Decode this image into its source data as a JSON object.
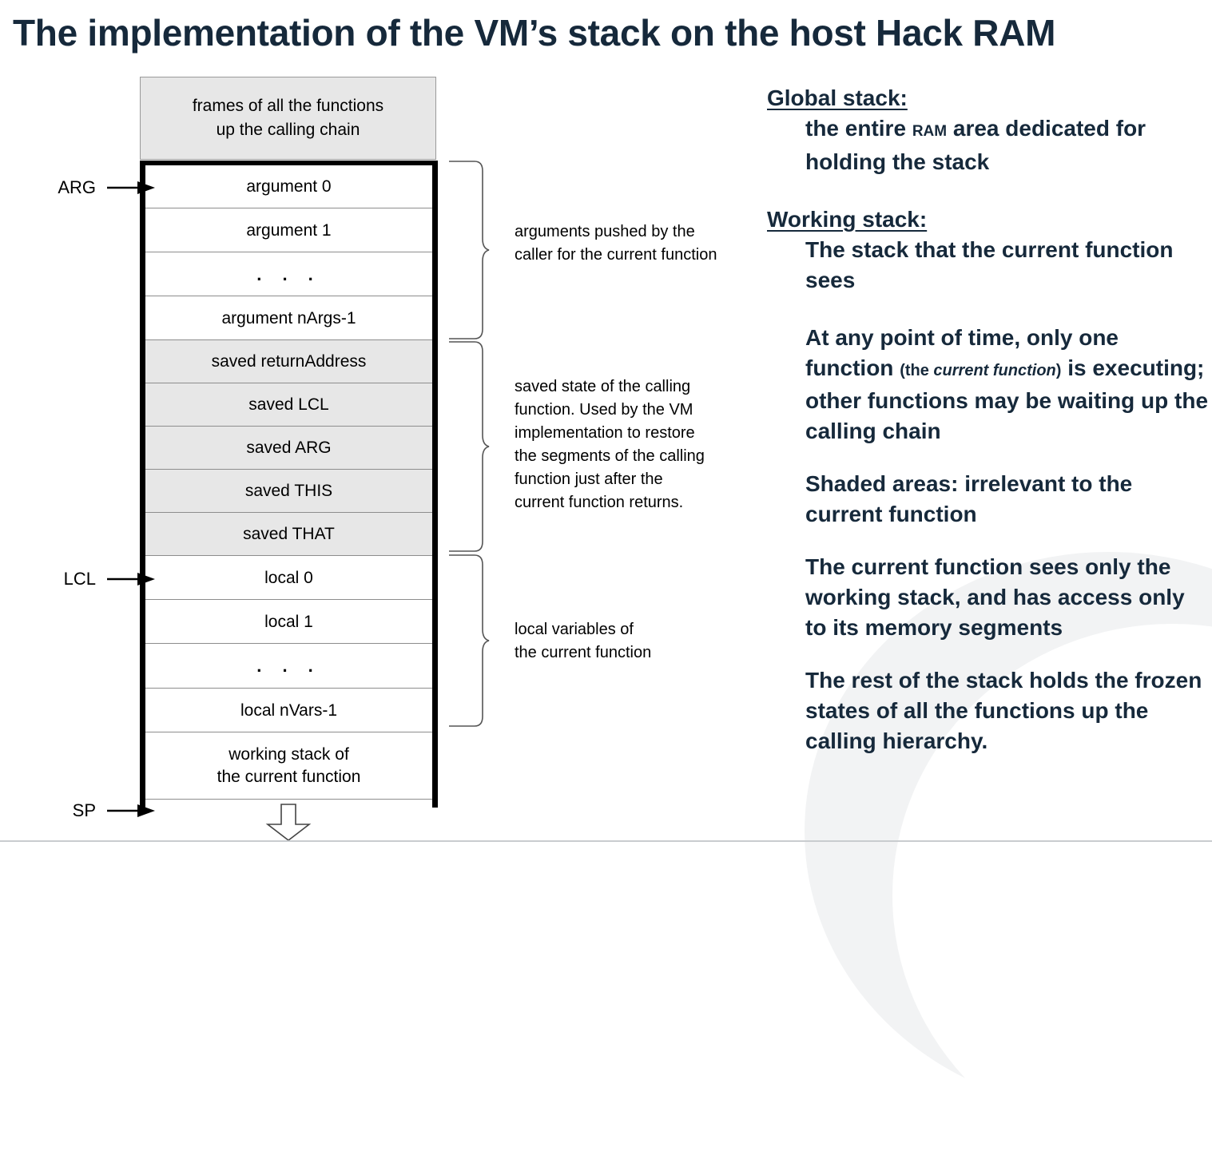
{
  "title": "The implementation of the VM’s stack on the host Hack RAM",
  "diagram": {
    "frames_box": {
      "line1": "frames of all the functions",
      "line2": "up the calling chain"
    },
    "rows": [
      {
        "label": "argument  0",
        "shaded": false
      },
      {
        "label": "argument  1",
        "shaded": false
      },
      {
        "label": ".  .  .",
        "shaded": false,
        "dots": true
      },
      {
        "label": "argument nArgs-1",
        "shaded": false
      },
      {
        "label": "saved returnAddress",
        "shaded": true
      },
      {
        "label": "saved LCL",
        "shaded": true
      },
      {
        "label": "saved ARG",
        "shaded": true
      },
      {
        "label": "saved THIS",
        "shaded": true
      },
      {
        "label": "saved THAT",
        "shaded": true
      },
      {
        "label": "local  0",
        "shaded": false
      },
      {
        "label": "local  1",
        "shaded": false
      },
      {
        "label": ".  .  .",
        "shaded": false,
        "dots": true
      },
      {
        "label": "local nVars-1",
        "shaded": false
      },
      {
        "label": "working stack of\nthe current function",
        "shaded": false
      },
      {
        "label": "",
        "shaded": false
      }
    ],
    "pointers": [
      {
        "label": "ARG",
        "icon": "right-arrow-icon"
      },
      {
        "label": "LCL",
        "icon": "right-arrow-icon"
      },
      {
        "label": "SP",
        "icon": "right-arrow-icon"
      }
    ],
    "annotations": [
      {
        "name": "arguments",
        "line1": "arguments pushed by the",
        "line2": "caller for the current function"
      },
      {
        "name": "saved-state",
        "line1": "saved state of the calling",
        "line2": "function. Used by the VM",
        "line3": "implementation to restore",
        "line4": "the segments of the calling",
        "line5": "function just after the",
        "line6": "current function returns."
      },
      {
        "name": "locals",
        "line1": "local variables of",
        "line2": "the current function"
      }
    ],
    "down_arrow_icon": "down-arrow-icon"
  },
  "notes": {
    "global_stack_heading": "Global stack:",
    "global_stack_body_a": "the entire ",
    "global_stack_body_ram": "RAM",
    "global_stack_body_b": " area dedicated for holding the stack",
    "working_stack_heading": "Working stack:",
    "working_stack_body": "The stack that the current function sees",
    "para_executing_a": "At any point of time, only one function ",
    "para_executing_paren_open": "(the ",
    "para_executing_paren_italic": "current function",
    "para_executing_paren_close": ")",
    "para_executing_b": " is executing; other functions may be waiting up the calling chain",
    "para_shaded": "Shaded areas: irrelevant to the current function",
    "para_sees": "The current function sees only the working stack, and has access only to its memory segments",
    "para_rest": "The rest of the stack holds the frozen states of all the functions up the calling hierarchy."
  },
  "colors": {
    "title": "#16293b",
    "shaded_row": "#e7e7e7",
    "stack_border": "#000000",
    "row_divider": "#8d8d8d"
  }
}
